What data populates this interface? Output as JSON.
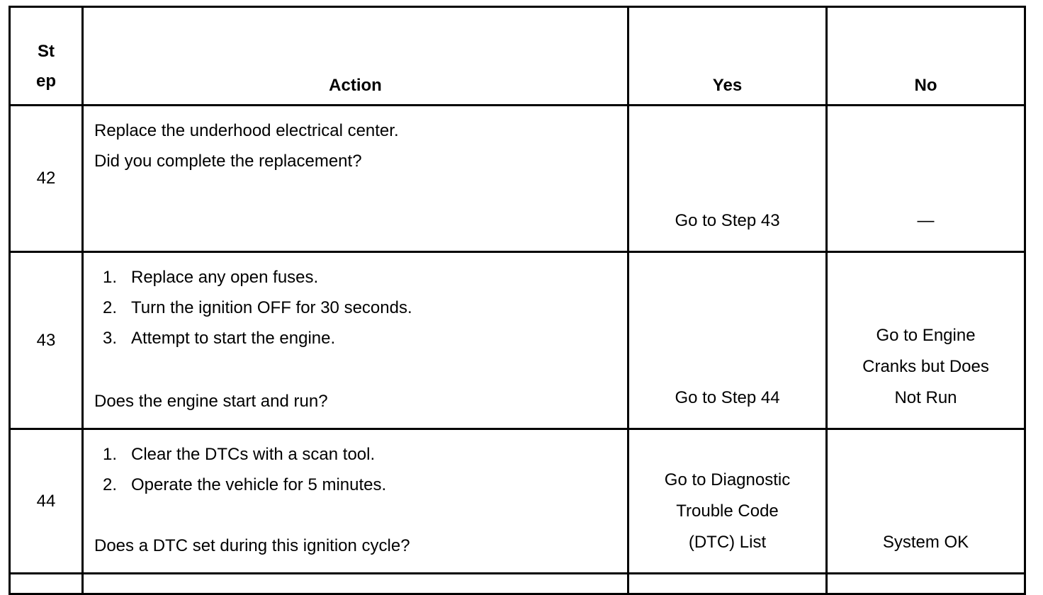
{
  "table": {
    "headers": {
      "step": "Step",
      "action": "Action",
      "yes": "Yes",
      "no": "No"
    },
    "rows": [
      {
        "step": "42",
        "statement": "Replace the underhood electrical center.",
        "question": "Did you complete the replacement?",
        "yes_lines": [
          "Go to Step 43"
        ],
        "no_lines": [
          "—"
        ]
      },
      {
        "step": "43",
        "list_numbers": [
          "1.",
          "2.",
          "3."
        ],
        "list": [
          "Replace any open fuses.",
          "Turn the ignition OFF for 30 seconds.",
          "Attempt to start the engine."
        ],
        "question": "Does the engine start and run?",
        "yes_lines": [
          "Go to Step 44"
        ],
        "no_lines": [
          "Go to Engine",
          "Cranks but Does",
          "Not Run"
        ]
      },
      {
        "step": "44",
        "list_numbers": [
          "1.",
          "2."
        ],
        "list": [
          "Clear the DTCs with a scan tool.",
          "Operate the vehicle for 5 minutes."
        ],
        "question": "Does a DTC set during this ignition cycle?",
        "yes_lines": [
          "Go to Diagnostic",
          "Trouble Code",
          "(DTC) List"
        ],
        "no_lines": [
          "System OK"
        ]
      }
    ]
  }
}
